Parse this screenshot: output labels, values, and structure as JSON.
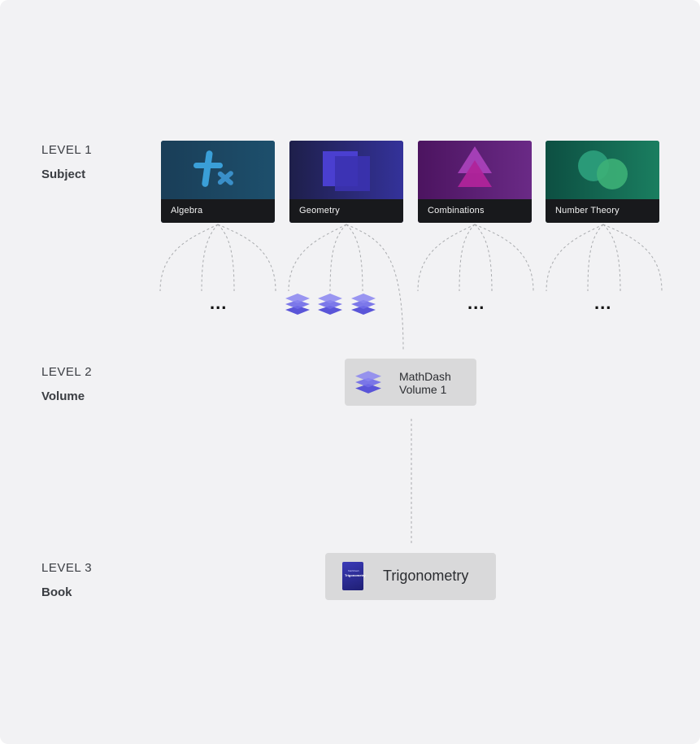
{
  "levels": [
    {
      "number": "LEVEL 1",
      "name": "Subject"
    },
    {
      "number": "LEVEL 2",
      "name": "Volume"
    },
    {
      "number": "LEVEL 3",
      "name": "Book"
    }
  ],
  "subjects": [
    {
      "label": "Algebra",
      "icon": "algebra-tx-icon",
      "color": "#1b4a66"
    },
    {
      "label": "Geometry",
      "icon": "geometry-squares-icon",
      "color": "#2a2a78"
    },
    {
      "label": "Combinations",
      "icon": "combinations-triangles-icon",
      "color": "#5a1f72"
    },
    {
      "label": "Number Theory",
      "icon": "number-theory-circles-icon",
      "color": "#0f6b54"
    }
  ],
  "ellipsis": "...",
  "volume": {
    "title_line1": "MathDash",
    "title_line2": "Volume 1",
    "icon": "stacked-layers-icon"
  },
  "book": {
    "title": "Trigonometry",
    "cover_title": "Trigonometry",
    "cover_brand": "MathDash",
    "icon": "book-cover-icon"
  }
}
